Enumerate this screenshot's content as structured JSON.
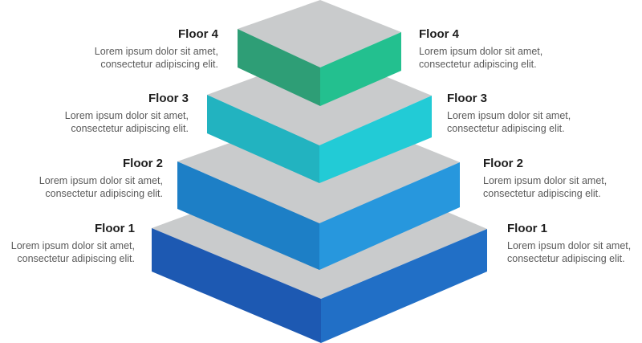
{
  "floors": [
    {
      "title": "Floor 4",
      "left": {
        "line1": "Lorem ipsum dolor sit amet,",
        "line2": "consectetur adipiscing elit."
      },
      "right": {
        "line1": "Lorem ipsum dolor sit amet,",
        "line2": "consectetur adipiscing elit."
      }
    },
    {
      "title": "Floor 3",
      "left": {
        "line1": "Lorem ipsum dolor sit amet,",
        "line2": "consectetur adipiscing elit."
      },
      "right": {
        "line1": "Lorem ipsum dolor sit amet,",
        "line2": "consectetur adipiscing elit."
      }
    },
    {
      "title": "Floor 2",
      "left": {
        "line1": "Lorem ipsum dolor sit amet,",
        "line2": "consectetur adipiscing elit."
      },
      "right": {
        "line1": "Lorem ipsum dolor sit amet,",
        "line2": "consectetur adipiscing elit."
      }
    },
    {
      "title": "Floor 1",
      "left": {
        "line1": "Lorem ipsum dolor sit amet,",
        "line2": "consectetur adipiscing elit."
      },
      "right": {
        "line1": "Lorem ipsum dolor sit amet,",
        "line2": "consectetur adipiscing elit."
      }
    }
  ],
  "colors": {
    "top_face": "#c9cbcc",
    "floor4": {
      "left": "#2e9e76",
      "right": "#23c08f"
    },
    "floor3": {
      "left": "#22b3c0",
      "right": "#22cbd6"
    },
    "floor2": {
      "left": "#1d7fc6",
      "right": "#2797dd"
    },
    "floor1": {
      "left": "#1d59b2",
      "right": "#216fc6"
    }
  }
}
